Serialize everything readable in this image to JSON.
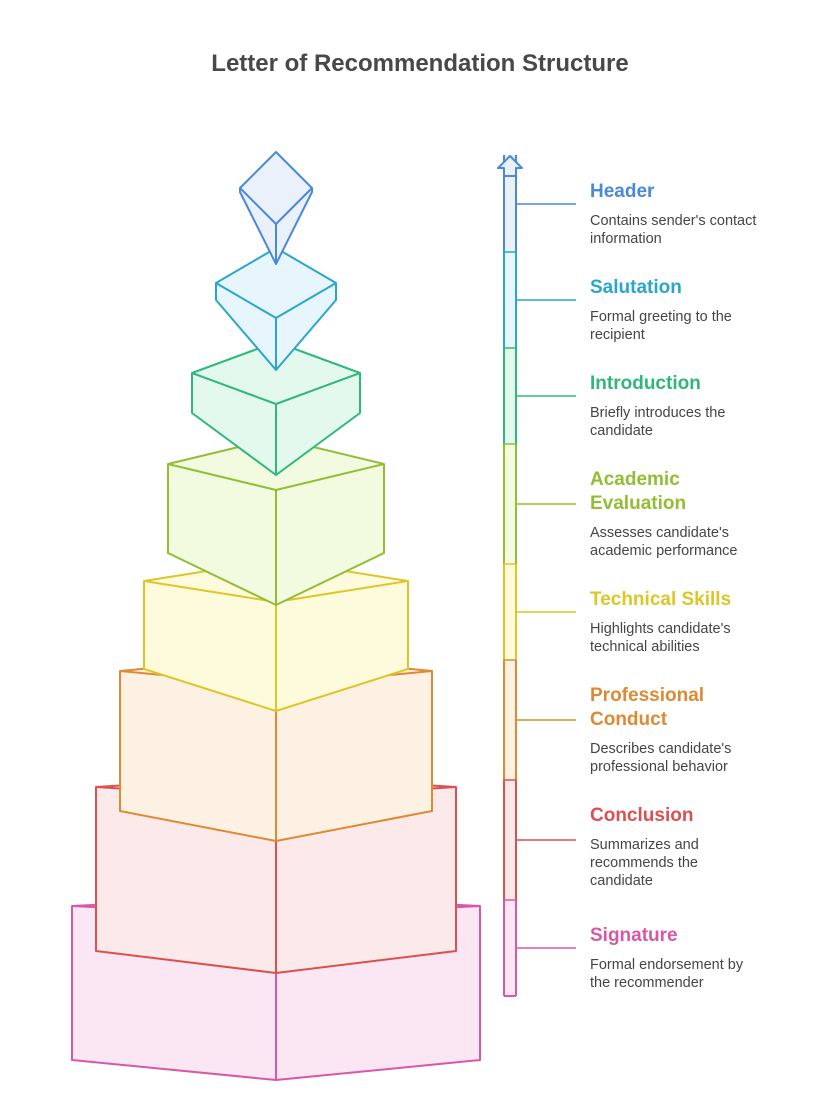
{
  "title": "Letter of Recommendation Structure",
  "layers": [
    {
      "key": "header",
      "title": "Header",
      "description": "Contains sender's contact information",
      "stroke": "#4a88d9",
      "fill": "#eaf1fb"
    },
    {
      "key": "salutation",
      "title": "Salutation",
      "description": "Formal greeting to the recipient",
      "stroke": "#2aa6cc",
      "fill": "#e6f6fc"
    },
    {
      "key": "introduction",
      "title": "Introduction",
      "description": "Briefly introduces the candidate",
      "stroke": "#2fb87a",
      "fill": "#e3f9ee"
    },
    {
      "key": "academic-evaluation",
      "title": "Academic Evaluation",
      "description": "Assesses candidate's academic performance",
      "stroke": "#93bd34",
      "fill": "#f2fbdf"
    },
    {
      "key": "technical-skills",
      "title": "Technical Skills",
      "description": "Highlights candidate's technical abilities",
      "stroke": "#dcc628",
      "fill": "#fdfbdb"
    },
    {
      "key": "professional-conduct",
      "title": "Professional Conduct",
      "description": "Describes candidate's professional behavior",
      "stroke": "#dd8a33",
      "fill": "#fdf1e4"
    },
    {
      "key": "conclusion",
      "title": "Conclusion",
      "description": "Summarizes and recommends the candidate",
      "stroke": "#db5050",
      "fill": "#fce9e9"
    },
    {
      "key": "signature",
      "title": "Signature",
      "description": "Formal endorsement by the recommender",
      "stroke": "#d958a6",
      "fill": "#fbe6f3"
    }
  ]
}
